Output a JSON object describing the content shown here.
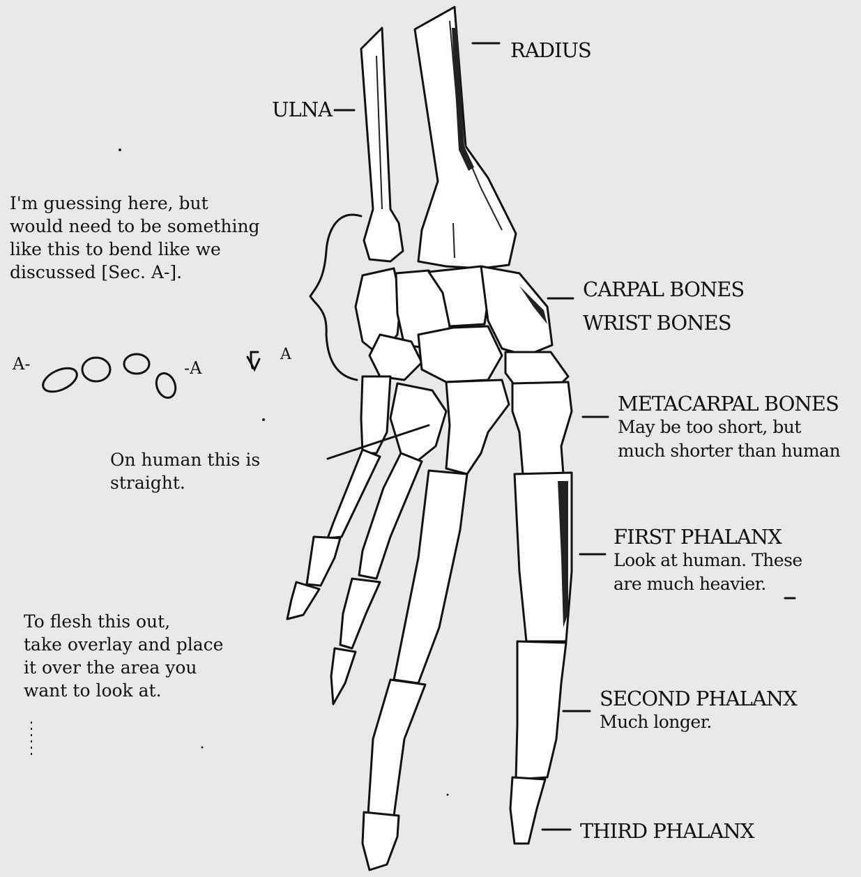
{
  "labels": {
    "radius": "RADIUS",
    "ulna": "ULNA",
    "carpal_1": "CARPAL BONES",
    "carpal_2": "WRIST BONES",
    "metacarpal_1": "METACARPAL BONES",
    "metacarpal_2": "May be too short, but",
    "metacarpal_3": "much shorter than human",
    "first_phalanx_1": "FIRST PHALANX",
    "first_phalanx_2": "Look at human. These",
    "first_phalanx_3": "are much heavier.",
    "second_phalanx_1": "SECOND PHALANX",
    "second_phalanx_2": "Much longer.",
    "third_phalanx": "THIRD PHALANX"
  },
  "notes": {
    "guess_1": "I'm guessing here, but",
    "guess_2": "would need to be something",
    "guess_3": "like this to bend like we",
    "guess_4": "discussed [Sec. A-].",
    "straight_1": "On human this is",
    "straight_2": "straight.",
    "flesh_1": "To flesh this out,",
    "flesh_2": "take overlay and place",
    "flesh_3": "it over the area you",
    "flesh_4": "want to look at."
  },
  "sketch": {
    "left_marker": "A-",
    "right_marker": "-A",
    "arrow_marker": "A"
  }
}
